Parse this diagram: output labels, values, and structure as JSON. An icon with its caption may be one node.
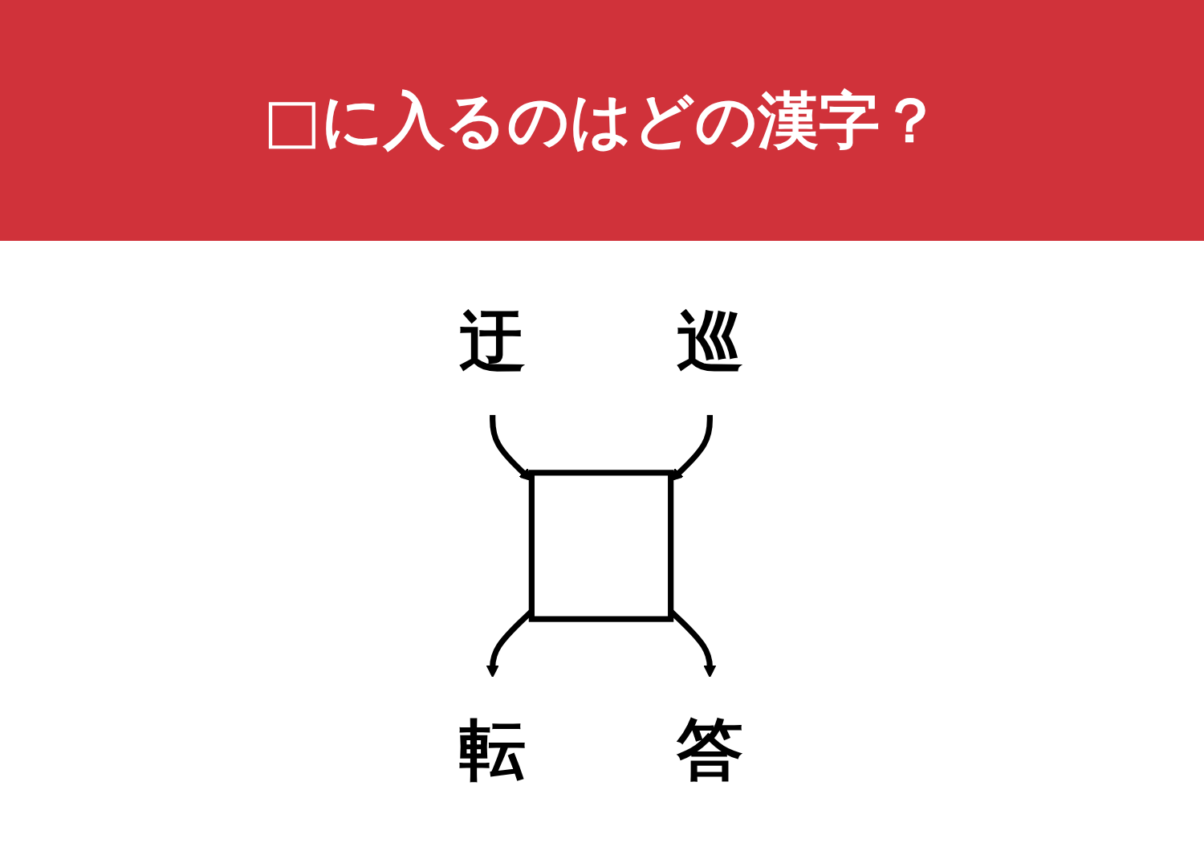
{
  "diagram": {
    "title": "□に入るのはどの漢字？",
    "nodes": [
      {
        "text": [
          "迂"
        ]
      },
      {
        "text": [
          "巡"
        ]
      },
      {
        "text": [],
        "shape": "box"
      },
      {
        "text": [
          "転"
        ]
      },
      {
        "text": [
          "答"
        ]
      }
    ],
    "edges": [
      {
        "from": 0,
        "to": 2,
        "arrow": "to"
      },
      {
        "from": 1,
        "to": 2,
        "arrow": "to"
      },
      {
        "from": 2,
        "to": 3,
        "arrow": "to"
      },
      {
        "from": 2,
        "to": 4,
        "arrow": "to"
      }
    ]
  }
}
